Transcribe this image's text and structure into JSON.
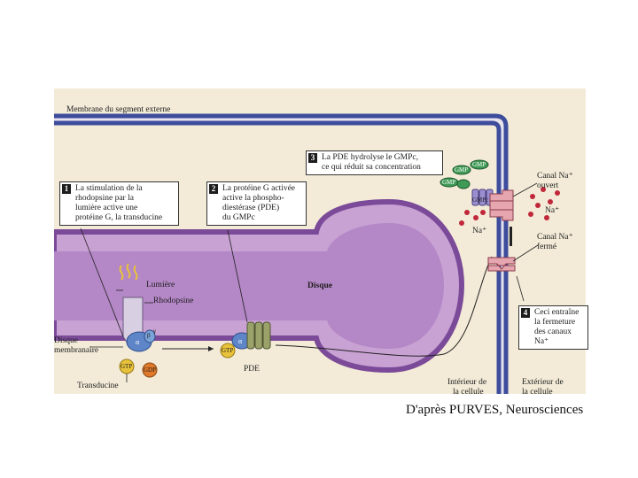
{
  "labels": {
    "membrane_title": "Membrane du segment externe",
    "disc": "Disque",
    "light": "Lumière",
    "rhodopsin": "Rhodopsine",
    "disc_membrane_line1": "Disque",
    "disc_membrane_line2": "membranaire",
    "transducin": "Transducine",
    "pde": "PDE",
    "inside_line1": "Intérieur de",
    "inside_line2": "la cellule",
    "outside_line1": "Extérieur de",
    "outside_line2": "la cellule",
    "channel_open_line1": "Canal Na⁺",
    "channel_open_line2": "ouvert",
    "channel_closed_line1": "Canal Na⁺",
    "channel_closed_line2": "fermé",
    "na_right": "Na⁺",
    "na_left": "Na⁺"
  },
  "steps": [
    {
      "number": "1",
      "text": "La stimulation de la\nrhodopsine par la\nlumière active une\nprotéine G, la transducine"
    },
    {
      "number": "2",
      "text": "La protéine G activée\nactive la phospho-\ndiestérase (PDE)\ndu GMPc"
    },
    {
      "number": "3",
      "text": "La PDE hydrolyse le GMPc,\nce qui réduit sa concentration"
    },
    {
      "number": "4",
      "text": "Ceci entraîne\nla fermeture\ndes canaux\nNa⁺"
    }
  ],
  "molecules": {
    "gtp": "GTP",
    "gdp": "GDP",
    "gmp": "GMP",
    "gmpc": "GMPc",
    "alpha": "α",
    "beta": "β",
    "gamma": "γ"
  },
  "caption": "D'après PURVES, Neurosciences",
  "colors": {
    "background": "#f3ebd8",
    "membrane_blue": "#3d4c9c",
    "disc_purple": "#c9a2d4",
    "disc_edge": "#7b4a98",
    "protein_blue": "#5d85c8",
    "channel_pink": "#e6a6b0",
    "sodium_red": "#c0283a",
    "gtp_yellow": "#e8c23a",
    "gdp_orange": "#e07a2a",
    "gmp_green": "#3f9a55"
  }
}
